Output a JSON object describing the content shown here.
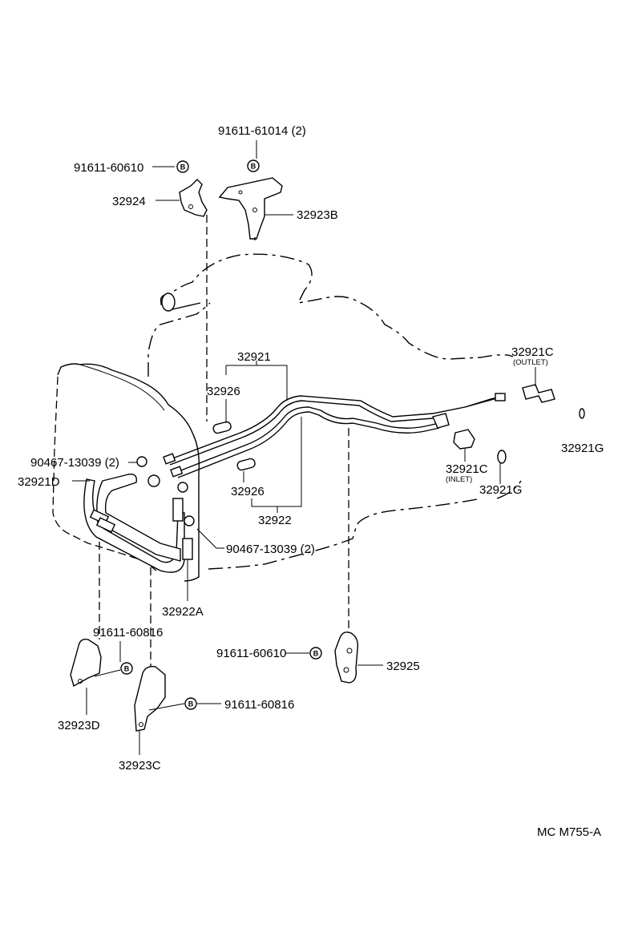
{
  "diagram": {
    "footer_code": "MC M755-A",
    "labels": {
      "bolt_61014": "91611-61014 (2)",
      "bolt_60610_top": "91611-60610",
      "clamp_32924": "32924",
      "clamp_32923b": "32923B",
      "tube_32921": "32921",
      "hose_32926_top": "32926",
      "outlet_32921c": "32921C",
      "outlet_caption": "(OUTLET)",
      "clip_90467_left": "90467-13039 (2)",
      "hose_32921d": "32921D",
      "oring_32921g_right": "32921G",
      "inlet_32921c": "32921C",
      "inlet_caption": "(INLET)",
      "oring_32921g_mid": "32921G",
      "hose_32926_bottom": "32926",
      "tube_32922": "32922",
      "clip_90467_right": "90467-13039 (2)",
      "hose_32922a": "32922A",
      "bolt_60816_left": "91611-60816",
      "bolt_60610_bottom": "91611-60610",
      "clamp_32925": "32925",
      "clamp_32923d": "32923D",
      "bolt_60816_right": "91611-60816",
      "clamp_32923c": "32923C"
    },
    "bolt_marker": "B"
  }
}
